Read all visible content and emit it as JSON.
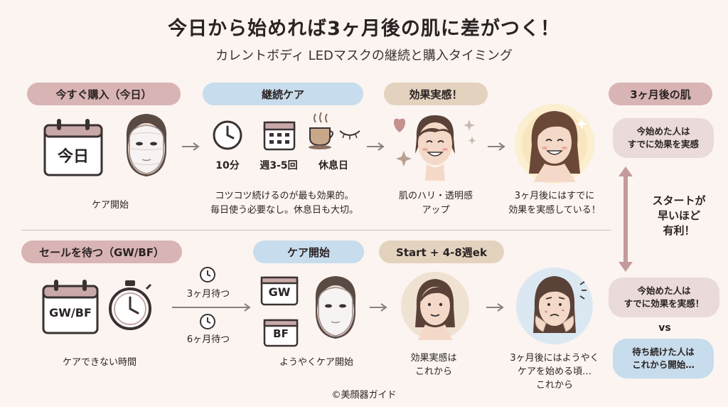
{
  "header": {
    "title": "今日から始めれば3ヶ月後の肌に差がつく！",
    "subtitle": "カレントボディ LEDマスクの継続と購入タイミング"
  },
  "top_row": {
    "pill_buy_now": "今すぐ購入（今日）",
    "calendar_label": "今日",
    "care_start_caption": "ケア開始",
    "pill_continue": "継続ケア",
    "icon_labels": [
      "10分",
      "週3-5回",
      "休息日"
    ],
    "continue_caption": [
      "コツコツ続けるのが最も効果的。",
      "毎日使う必要なし。休息日も大切。"
    ],
    "pill_effect": "効果実感！",
    "effect_caption": [
      "肌のハリ・透明感",
      "アップ"
    ],
    "result_caption": [
      "3ヶ月後にはすでに",
      "効果を実感している！"
    ]
  },
  "bottom_row": {
    "pill_wait_sale": "セールを待つ（GW/BF）",
    "calendar_label": "GW/BF",
    "no_care_caption": "ケアできない時間",
    "wait_labels": [
      "3ヶ月待つ",
      "6ヶ月待つ"
    ],
    "pill_care_start": "ケア開始",
    "sale_icons": [
      "GW",
      "BF"
    ],
    "finally_caption": "ようやくケア開始",
    "pill_start_weeks": "Start + 4-8週ek",
    "effect_from_caption": [
      "効果実感は",
      "これから"
    ],
    "result_caption": [
      "3ヶ月後にはようやく",
      "ケアを始める頃…",
      "これから"
    ]
  },
  "right_column": {
    "pill_3months": "3ヶ月後の肌",
    "bubble_top": [
      "今始めた人は",
      "すでに効果を実感"
    ],
    "advantage_text": [
      "スタートが",
      "早いほど",
      "有利！"
    ],
    "bubble_mid": [
      "今始めた人は",
      "すでに効果を実感！"
    ],
    "vs": "vs",
    "bubble_bottom": [
      "待ち続けた人は",
      "これから開始…"
    ]
  },
  "footer": {
    "copyright": "©美顔器ガイド"
  },
  "colors": {
    "pink_pill": "#d9b4b4",
    "blue_pill": "#c7dcec",
    "tan_pill": "#e3d3be",
    "background": "#fbf4f0"
  }
}
